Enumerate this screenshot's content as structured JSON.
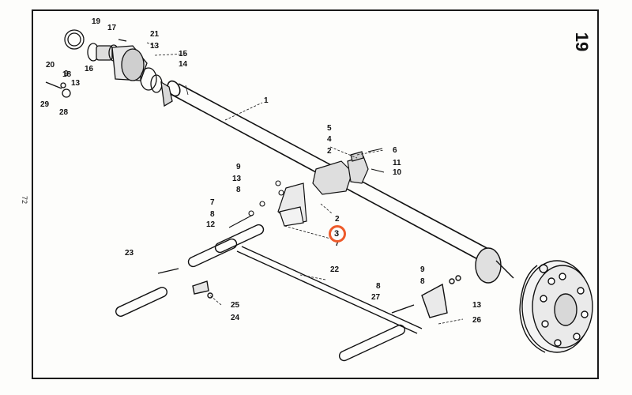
{
  "page_number": "19",
  "side_number": "72",
  "accent_color": "#ee5a2a",
  "highlighted_callout": "3",
  "callouts": [
    {
      "id": "c19a",
      "text": "19"
    },
    {
      "id": "c17",
      "text": "17"
    },
    {
      "id": "c21",
      "text": "21"
    },
    {
      "id": "c13a",
      "text": "13"
    },
    {
      "id": "c15",
      "text": "15"
    },
    {
      "id": "c14",
      "text": "14"
    },
    {
      "id": "c20",
      "text": "20"
    },
    {
      "id": "c18",
      "text": "18"
    },
    {
      "id": "c16",
      "text": "16"
    },
    {
      "id": "c9a",
      "text": "9"
    },
    {
      "id": "c13b",
      "text": "13"
    },
    {
      "id": "c29",
      "text": "29"
    },
    {
      "id": "c28",
      "text": "28"
    },
    {
      "id": "c1",
      "text": "1"
    },
    {
      "id": "c5",
      "text": "5"
    },
    {
      "id": "c4",
      "text": "4"
    },
    {
      "id": "c2a",
      "text": "2"
    },
    {
      "id": "c6",
      "text": "6"
    },
    {
      "id": "c11",
      "text": "11"
    },
    {
      "id": "c10",
      "text": "10"
    },
    {
      "id": "c9b",
      "text": "9"
    },
    {
      "id": "c13c",
      "text": "13"
    },
    {
      "id": "c8a",
      "text": "8"
    },
    {
      "id": "c7a",
      "text": "7"
    },
    {
      "id": "c8b",
      "text": "8"
    },
    {
      "id": "c12",
      "text": "12"
    },
    {
      "id": "c2b",
      "text": "2"
    },
    {
      "id": "c7b",
      "text": "7"
    },
    {
      "id": "c23",
      "text": "23"
    },
    {
      "id": "c22",
      "text": "22"
    },
    {
      "id": "c25",
      "text": "25"
    },
    {
      "id": "c24",
      "text": "24"
    },
    {
      "id": "c9c",
      "text": "9"
    },
    {
      "id": "c8c",
      "text": "8"
    },
    {
      "id": "c8d",
      "text": "8"
    },
    {
      "id": "c27",
      "text": "27"
    },
    {
      "id": "c13d",
      "text": "13"
    },
    {
      "id": "c26",
      "text": "26"
    }
  ]
}
